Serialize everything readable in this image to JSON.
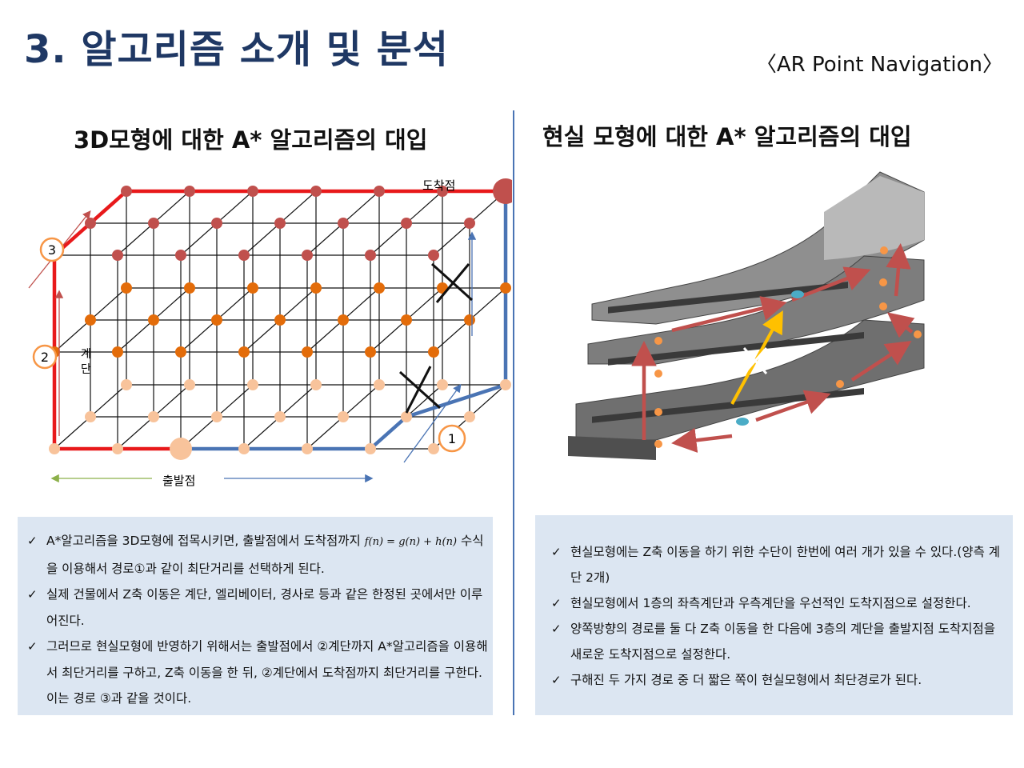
{
  "header": {
    "title": "3. 알고리즘 소개 및 분석",
    "subtitle": "〈AR Point Navigation〉"
  },
  "left": {
    "title": "3D모형에 대한 A* 알고리즘의 대입",
    "diagram": {
      "arrival_label": "도착점",
      "departure_label": "출발점",
      "stairs_label_1": "계",
      "stairs_label_2": "단",
      "route_numbers": [
        "1",
        "2",
        "3"
      ]
    },
    "bullets": [
      {
        "text_before": "A*알고리즘을 3D모형에 접목시키면, 출발점에서 도착점까지 ",
        "formula": "f(n) = g(n) + h(n)",
        "text_after": "수식을 이용해서 경로①과 같이 최단거리를 선택하게 된다."
      },
      {
        "text": "실제 건물에서 Z축 이동은 계단, 엘리베이터, 경사로 등과 같은 한정된 곳에서만 이루어진다."
      },
      {
        "text": "그러므로 현실모형에 반영하기 위해서는 출발점에서 ②계단까지 A*알고리즘을 이용해서 최단거리를 구하고, Z축 이동을 한 뒤, ②계단에서 도착점까지 최단거리를 구한다. 이는 경로 ③과 같을 것이다."
      }
    ]
  },
  "right": {
    "title": "현실 모형에 대한 A* 알고리즘의 대입",
    "bullets": [
      "현실모형에는 Z축 이동을 하기 위한 수단이 한번에 여러 개가 있을 수 있다.(양측 계단 2개)",
      "현실모형에서 1층의 좌측계단과 우측계단을 우선적인 도착지점으로 설정한다.",
      " 양쪽방향의 경로를 둘 다 Z축 이동을 한 다음에 3층의 계단을 출발지점 도착지점을 새로운 도착지점으로 설정한다.",
      "구해진 두 가지 경로 중 더 짧은 쪽이 현실모형에서 최단경로가 된다."
    ]
  },
  "colors": {
    "title": "#1f3864",
    "panel": "#dce6f2",
    "red_path": "#e8191b",
    "blue_path": "#4a74b4",
    "dark_node": "#c0504d",
    "orange_node": "#e36c0a",
    "light_node": "#f8c39b",
    "green_arrow": "#8cb04a"
  },
  "check_mark": "✓"
}
